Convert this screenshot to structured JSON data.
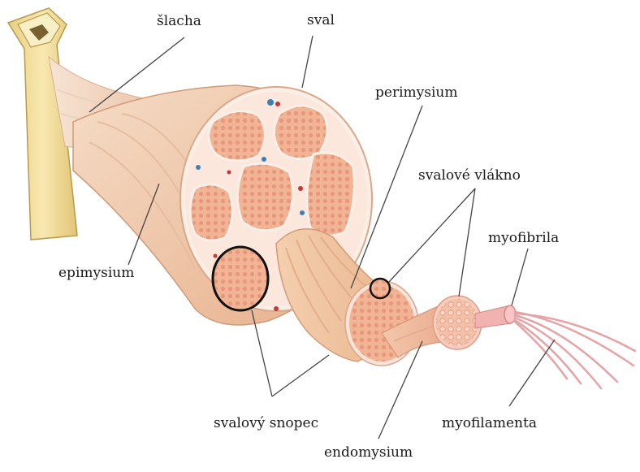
{
  "diagram": {
    "labels": {
      "slacha": "šlacha",
      "sval": "sval",
      "perimysium": "perimysium",
      "svalove_vlakno": "svalové vlákno",
      "myofibrila": "myofibrila",
      "epimysium": "epimysium",
      "svalovy_snopec": "svalový snopec",
      "myofilamenta": "myofilamenta",
      "endomysium": "endomysium"
    },
    "colors": {
      "bone": "#f3df9c",
      "bone_outline": "#b89a4a",
      "tendon": "#f2d9c4",
      "muscle_sheath": "#f4d3b6",
      "fascicle_fill": "#f0b89a",
      "fascicle_dots": "#e58f72",
      "perimysium_bg": "#fbe7dc",
      "fiber": "#f2c9a6",
      "myofibril": "#f5b7b9",
      "leader_line": "#444444"
    }
  }
}
